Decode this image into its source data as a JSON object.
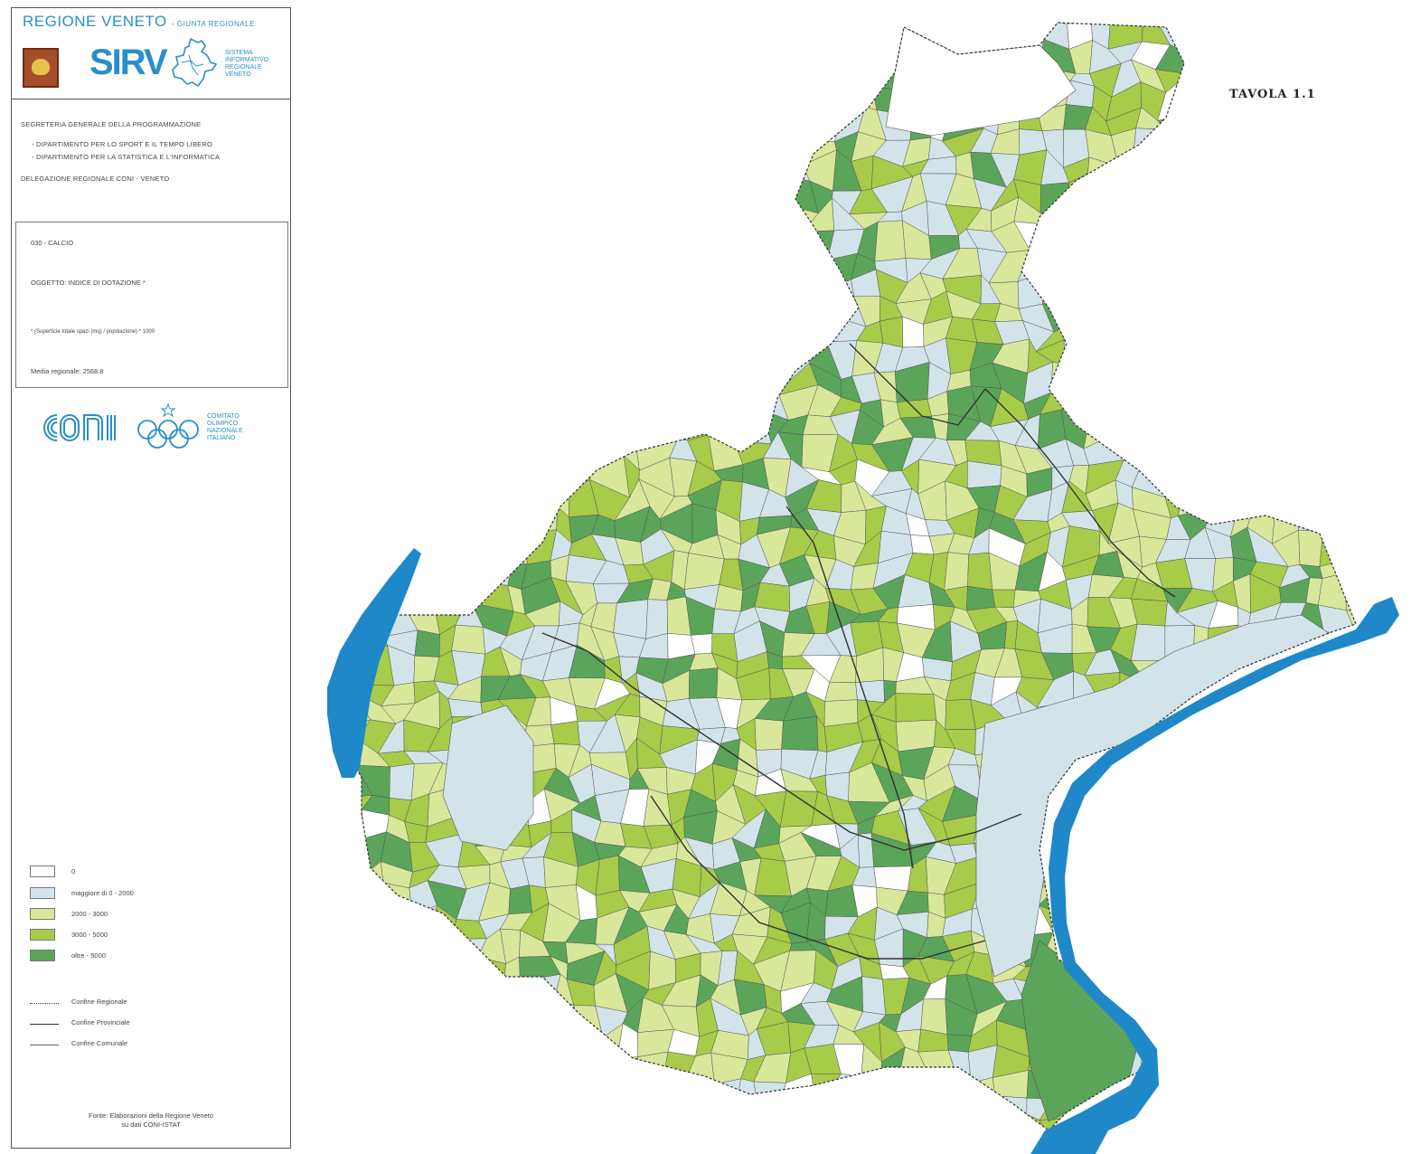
{
  "header": {
    "region_title": "REGIONE VENETO",
    "region_sub": "- GIUNTA REGIONALE",
    "sirv_acronym": "SIRV",
    "sirv_line1": "SISTEMA",
    "sirv_line2": "INFORMATIVO",
    "sirv_line3": "REGIONALE",
    "sirv_line4": "VENETO"
  },
  "organization": {
    "secretariat": "SEGRETERIA GENERALE DELLA PROGRAMMAZIONE",
    "dept_sport": "- DIPARTIMENTO PER LO SPORT E IL TEMPO LIBERO",
    "dept_stat": "- DIPARTIMENTO PER LA STATISTICA E L'INFORMATICA",
    "delegation": "DELEGAZIONE REGIONALE CONI - VENETO"
  },
  "subject": {
    "code": "030 - CALCIO",
    "object": "OGGETTO: INDICE DI DOTAZIONE *",
    "formula": "* (Superficie totale spazi (mq) / popolazione) * 1000",
    "average": "Media regionale: 2568.8"
  },
  "coni": {
    "logo_text": "CONI",
    "line1": "COMITATO",
    "line2": "OLIMPICO",
    "line3": "NAZIONALE",
    "line4": "ITALIANO"
  },
  "legend": {
    "classes": [
      {
        "label": "0",
        "color": "#ffffff"
      },
      {
        "label": "maggiore di 0 - 2000",
        "color": "#d3e3ea"
      },
      {
        "label": "2000 - 3000",
        "color": "#d9e79a"
      },
      {
        "label": "3000 - 5000",
        "color": "#a8cb4a"
      },
      {
        "label": "oltre - 5000",
        "color": "#5aa55a"
      }
    ],
    "lines": [
      {
        "label": "Confine Regionale"
      },
      {
        "label": "Confine Provinciale"
      },
      {
        "label": "Confine Comunale"
      }
    ]
  },
  "source": {
    "line1": "Fonte: Elaborazioni della Regione Veneto",
    "line2": "su dati CONI-ISTAT"
  },
  "map": {
    "tavola": "TAVOLA 1.1",
    "water_color": "#1e88c8",
    "border_color": "#333333"
  }
}
